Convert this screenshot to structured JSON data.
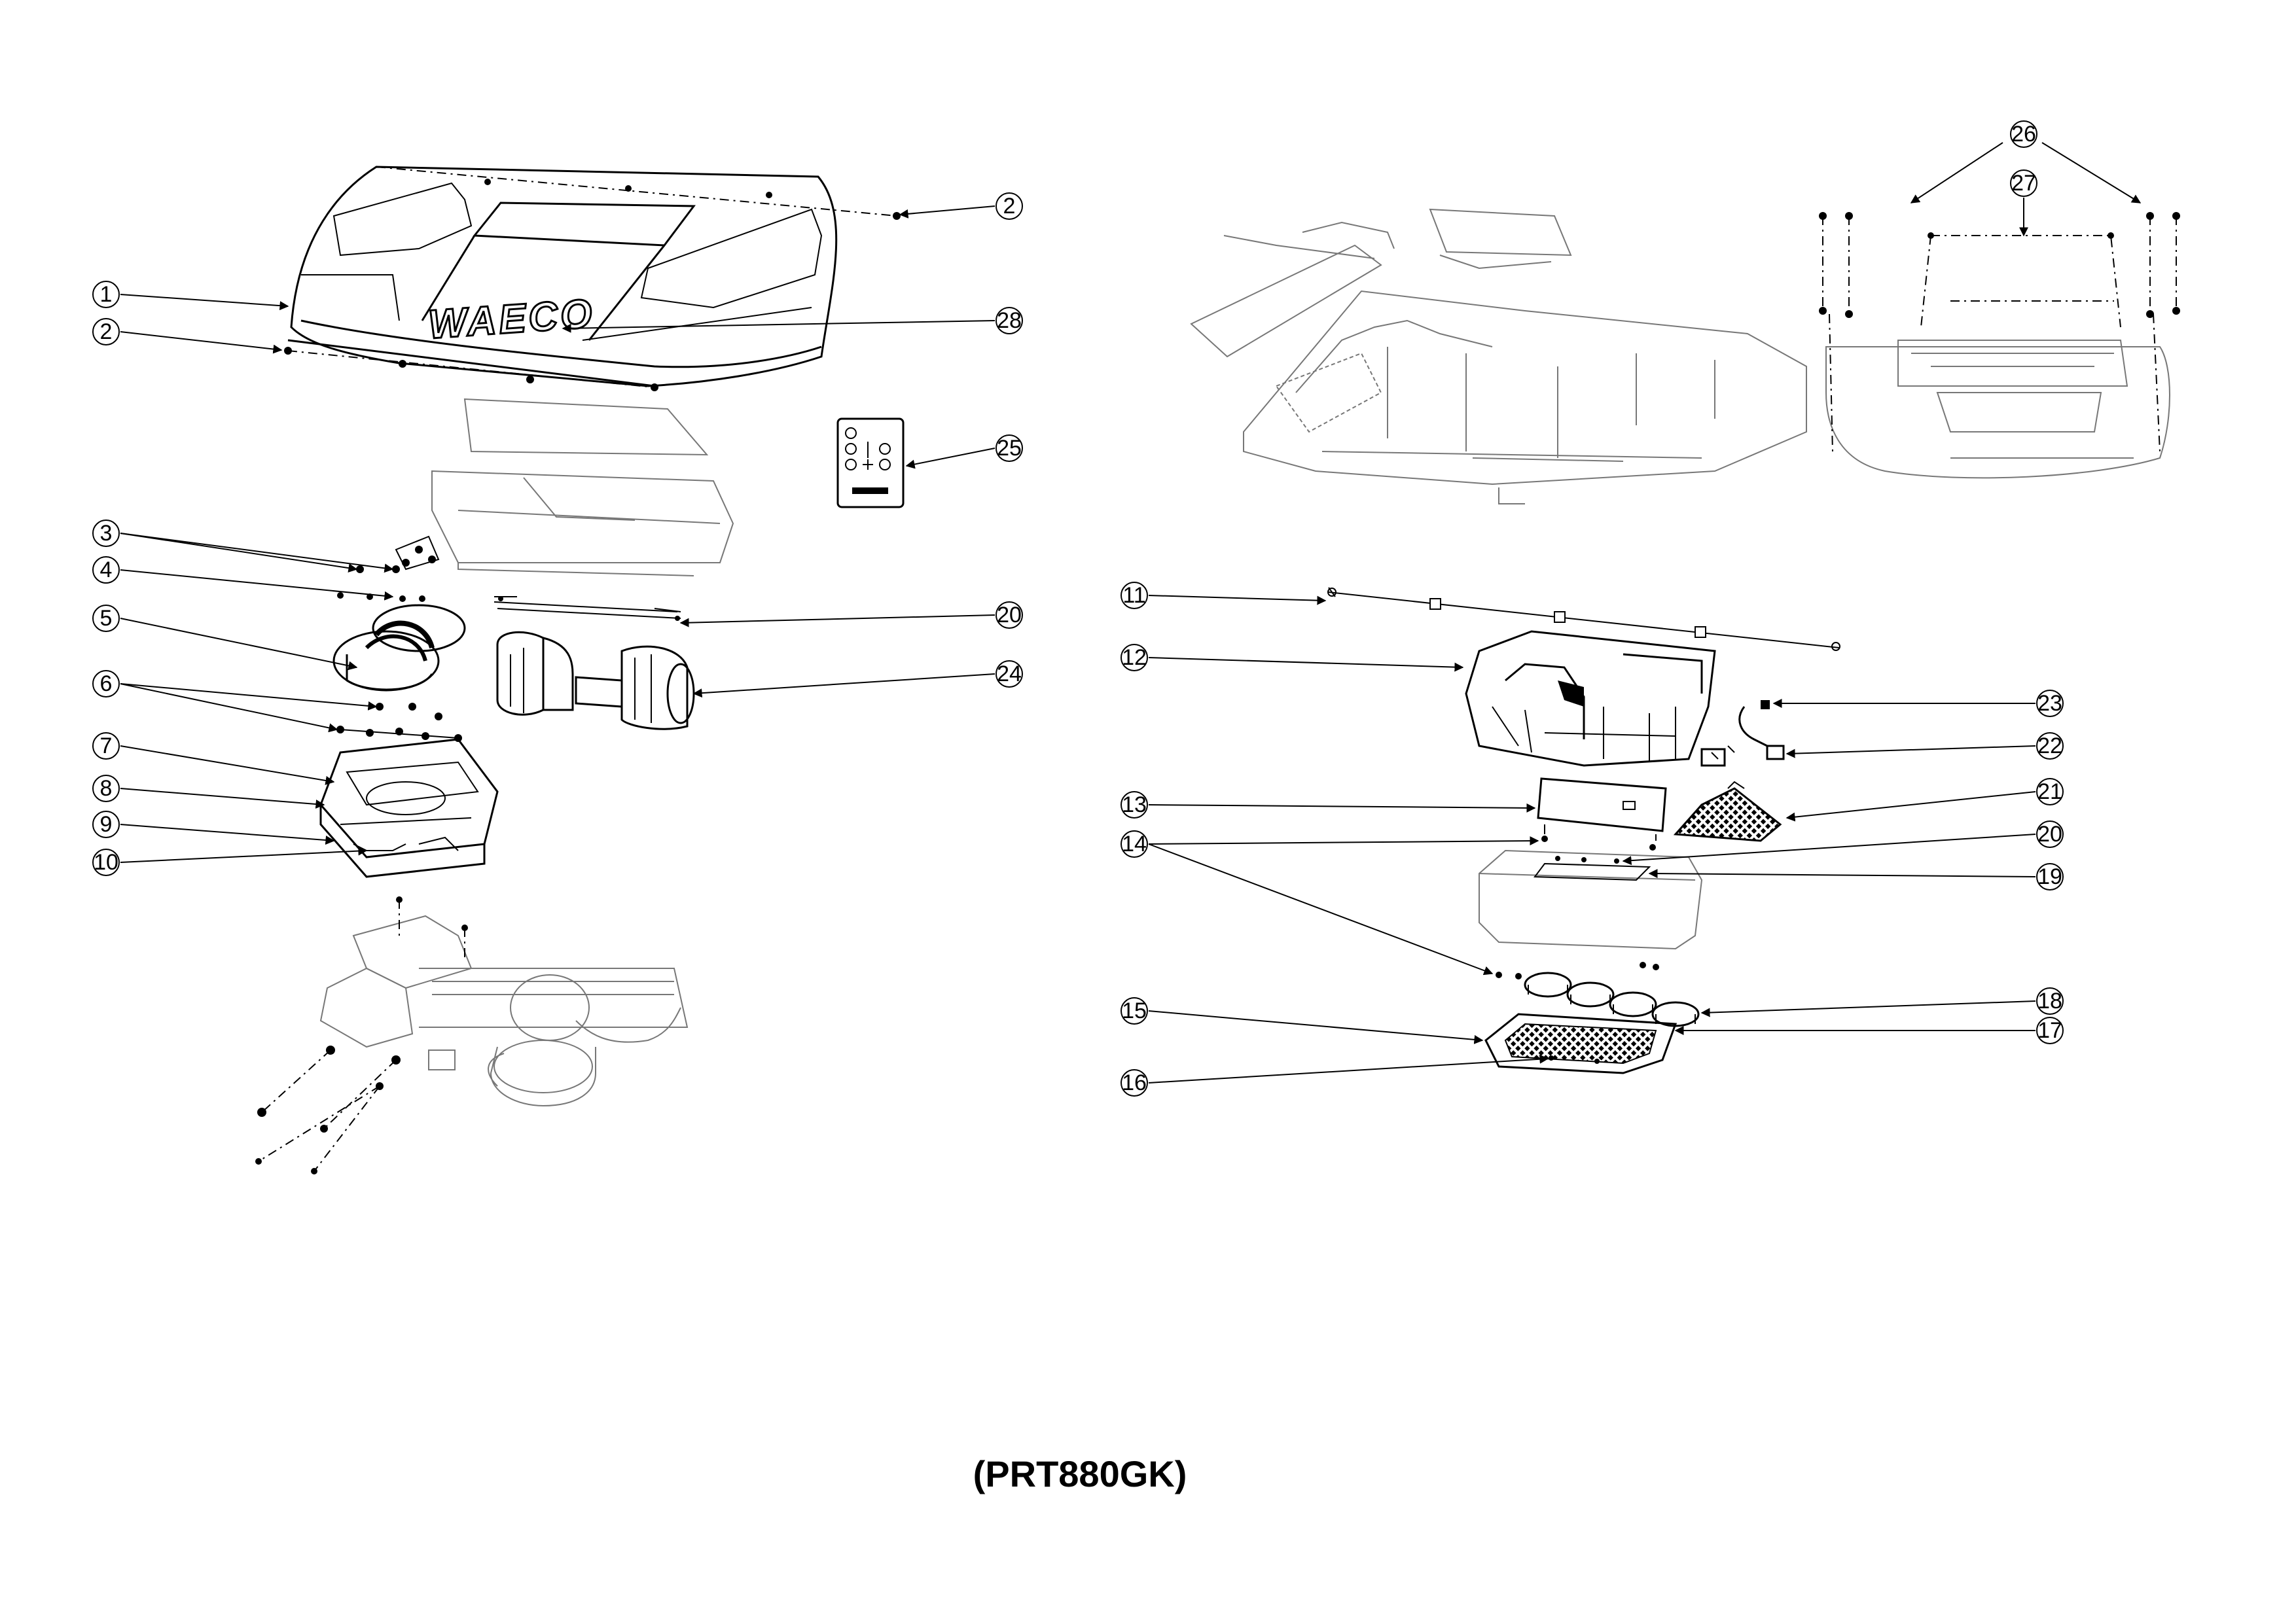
{
  "model_code": "(PRT880GK)",
  "brand_text": "WAECO",
  "callouts": [
    {
      "id": "c1",
      "label": "1"
    },
    {
      "id": "c2a",
      "label": "2"
    },
    {
      "id": "c2b",
      "label": "2"
    },
    {
      "id": "c28",
      "label": "28"
    },
    {
      "id": "c25",
      "label": "25"
    },
    {
      "id": "c3",
      "label": "3"
    },
    {
      "id": "c4",
      "label": "4"
    },
    {
      "id": "c5",
      "label": "5"
    },
    {
      "id": "c6",
      "label": "6"
    },
    {
      "id": "c7",
      "label": "7"
    },
    {
      "id": "c8",
      "label": "8"
    },
    {
      "id": "c9",
      "label": "9"
    },
    {
      "id": "c10",
      "label": "10"
    },
    {
      "id": "c20a",
      "label": "20"
    },
    {
      "id": "c24",
      "label": "24"
    },
    {
      "id": "c26",
      "label": "26"
    },
    {
      "id": "c27",
      "label": "27"
    },
    {
      "id": "c11",
      "label": "11"
    },
    {
      "id": "c12",
      "label": "12"
    },
    {
      "id": "c23",
      "label": "23"
    },
    {
      "id": "c22",
      "label": "22"
    },
    {
      "id": "c13",
      "label": "13"
    },
    {
      "id": "c21",
      "label": "21"
    },
    {
      "id": "c14",
      "label": "14"
    },
    {
      "id": "c20b",
      "label": "20"
    },
    {
      "id": "c19",
      "label": "19"
    },
    {
      "id": "c18",
      "label": "18"
    },
    {
      "id": "c15",
      "label": "15"
    },
    {
      "id": "c17",
      "label": "17"
    },
    {
      "id": "c16",
      "label": "16"
    }
  ]
}
